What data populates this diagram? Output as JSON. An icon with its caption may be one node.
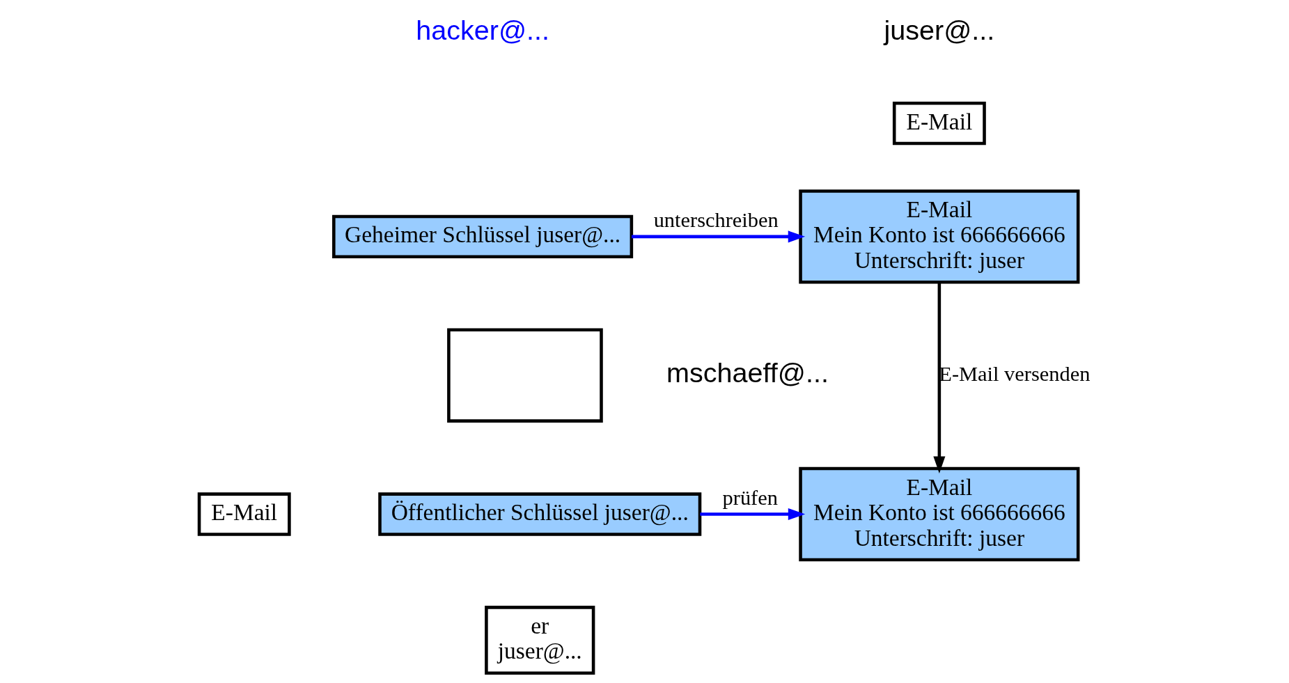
{
  "diagram": {
    "nodes": [
      {
        "text": [
          "E-Mail"
        ]
      },
      {
        "text": [
          "E-Mail",
          "Mein Konto ist 666666666",
          "Unterschrift: juser"
        ]
      },
      {
        "text": [
          "E-Mail"
        ]
      },
      {
        "text": [
          "E-Mail",
          "Mein Konto ist 666666666",
          "Unterschrift: juser"
        ]
      },
      {
        "text": [
          "Geheimer Schlüssel juser@..."
        ]
      },
      {
        "text": [],
        "shape": "box"
      },
      {
        "text": [
          "Öffentlicher Schlüssel juser@..."
        ]
      },
      {
        "text": [
          "er",
          "juser@..."
        ]
      }
    ],
    "edges": [
      {
        "from": 4,
        "to": 1,
        "arrow": "to",
        "label": "unterschreiben",
        "color": "#0000ff"
      },
      {
        "from": 1,
        "to": 3,
        "arrow": "to",
        "label": "E-Mail versenden",
        "color": "#000000"
      },
      {
        "from": 6,
        "to": 3,
        "arrow": "to",
        "label": "prüfen",
        "color": "#0000ff"
      }
    ],
    "labels": [
      "juser@...",
      "hacker@...",
      "mschaeff@..."
    ]
  }
}
